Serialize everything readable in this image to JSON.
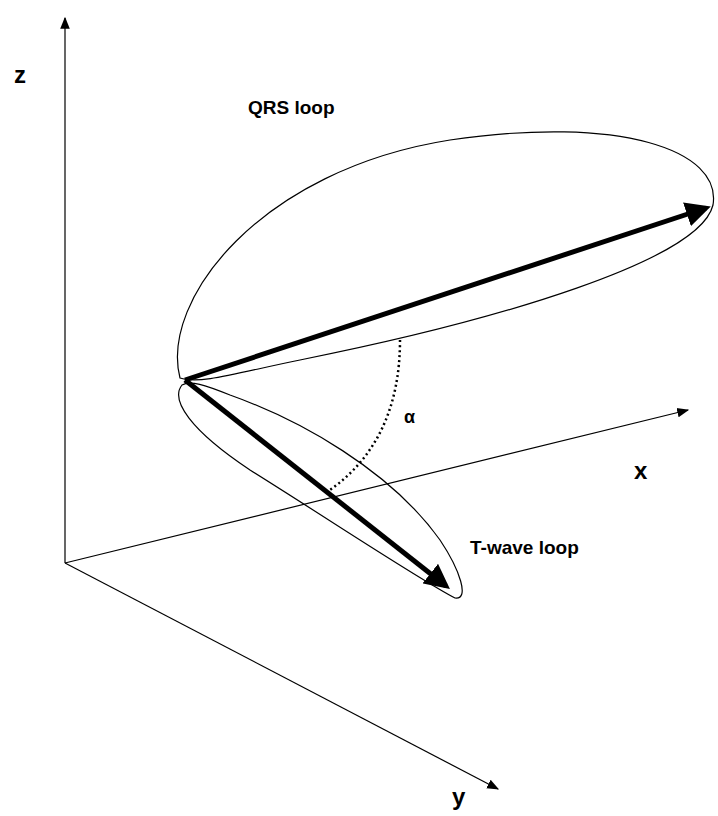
{
  "diagram": {
    "labels": [
      "z",
      "QRS loop",
      "α",
      "x",
      "T-wave loop",
      "y"
    ]
  }
}
